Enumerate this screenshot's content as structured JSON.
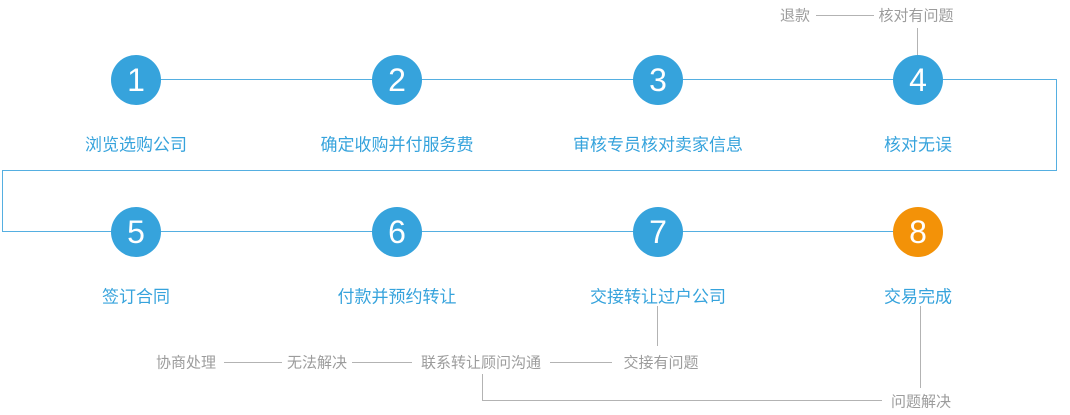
{
  "theme": {
    "blue": "#36A3DC",
    "orange": "#F39208",
    "line_blue": "#55AFE1",
    "gray_text": "#9C9C9C",
    "gray_line": "#B3B3B3",
    "background": "#FFFFFF"
  },
  "steps": [
    {
      "number": "1",
      "label": "浏览选购公司",
      "highlight": false
    },
    {
      "number": "2",
      "label": "确定收购并付服务费",
      "highlight": false
    },
    {
      "number": "3",
      "label": "审核专员核对卖家信息",
      "highlight": false
    },
    {
      "number": "4",
      "label": "核对无误",
      "highlight": false
    },
    {
      "number": "5",
      "label": "签订合同",
      "highlight": false
    },
    {
      "number": "6",
      "label": "付款并预约转让",
      "highlight": false
    },
    {
      "number": "7",
      "label": "交接转让过户公司",
      "highlight": false
    },
    {
      "number": "8",
      "label": "交易完成",
      "highlight": true
    }
  ],
  "annotations": {
    "refund": "退款",
    "check_problem": "核对有问题",
    "negotiate": "协商处理",
    "unsolvable": "无法解决",
    "contact_advisor": "联系转让顾问沟通",
    "handover_problem": "交接有问题",
    "problem_solved": "问题解决"
  }
}
